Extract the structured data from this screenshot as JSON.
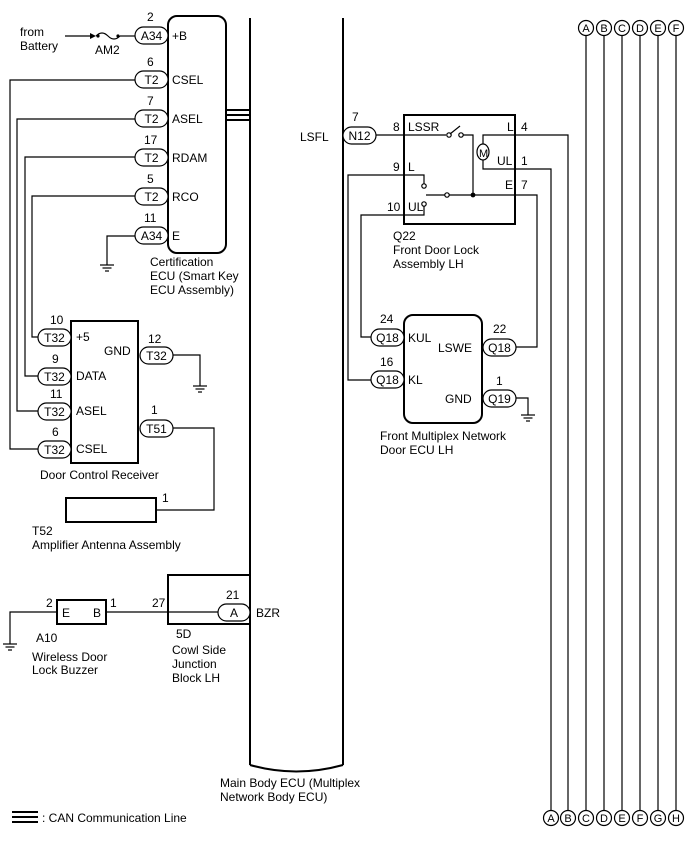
{
  "battery": {
    "label1": "from",
    "label2": "Battery",
    "fuse": "AM2"
  },
  "cert_ecu": {
    "name1": "Certification",
    "name2": "ECU (Smart Key",
    "name3": "ECU Assembly)",
    "pins": [
      {
        "num": "2",
        "conn": "A34",
        "name": "+B"
      },
      {
        "num": "6",
        "conn": "T2",
        "name": "CSEL"
      },
      {
        "num": "7",
        "conn": "T2",
        "name": "ASEL"
      },
      {
        "num": "17",
        "conn": "T2",
        "name": "RDAM"
      },
      {
        "num": "5",
        "conn": "T2",
        "name": "RCO"
      },
      {
        "num": "11",
        "conn": "A34",
        "name": "E"
      }
    ]
  },
  "door_receiver": {
    "name": "Door Control Receiver",
    "pins": [
      {
        "num": "10",
        "conn": "T32",
        "name": "+5"
      },
      {
        "num": "9",
        "conn": "T32",
        "name": "DATA"
      },
      {
        "num": "11",
        "conn": "T32",
        "name": "ASEL"
      },
      {
        "num": "6",
        "conn": "T32",
        "name": "CSEL"
      }
    ],
    "gnd": {
      "num": "12",
      "conn": "T32",
      "name": "GND"
    },
    "out": {
      "num": "1",
      "conn": "T51"
    }
  },
  "antenna": {
    "pin": "1",
    "id": "T52",
    "name": "Amplifier Antenna Assembly"
  },
  "buzzer": {
    "id": "A10",
    "name1": "Wireless Door",
    "name2": "Lock Buzzer",
    "pin_e_num": "2",
    "pin_e": "E",
    "pin_b": "B",
    "pin_b_num": "1"
  },
  "junction": {
    "wire": "27",
    "pin": "21",
    "conn": "A",
    "sig": "BZR",
    "id": "5D",
    "name1": "Cowl Side",
    "name2": "Junction",
    "name3": "Block LH"
  },
  "main_ecu": {
    "name1": "Main Body ECU (Multiplex",
    "name2": "Network Body ECU)",
    "lsfl": "LSFL"
  },
  "n12": {
    "num": "7",
    "conn": "N12"
  },
  "lock_assy": {
    "id": "Q22",
    "name1": "Front Door Lock",
    "name2": "Assembly LH",
    "lssr_num": "8",
    "lssr": "LSSR",
    "l_num": "9",
    "l": "L",
    "ul_num": "10",
    "ul": "UL",
    "motor": "M",
    "r_l": "L",
    "r_l_num": "4",
    "r_ul": "UL",
    "r_ul_num": "1",
    "r_e": "E",
    "r_e_num": "7"
  },
  "door_ecu": {
    "name1": "Front Multiplex Network",
    "name2": "Door ECU LH",
    "kul": {
      "num": "24",
      "conn": "Q18",
      "name": "KUL"
    },
    "kl": {
      "num": "16",
      "conn": "Q18",
      "name": "KL"
    },
    "lswe": {
      "num": "22",
      "conn": "Q18",
      "name": "LSWE"
    },
    "gnd": {
      "num": "1",
      "conn": "Q19",
      "name": "GND"
    }
  },
  "legend": ": CAN Communication Line",
  "bus_letters": [
    "A",
    "B",
    "C",
    "D",
    "E",
    "F",
    "G",
    "H"
  ]
}
